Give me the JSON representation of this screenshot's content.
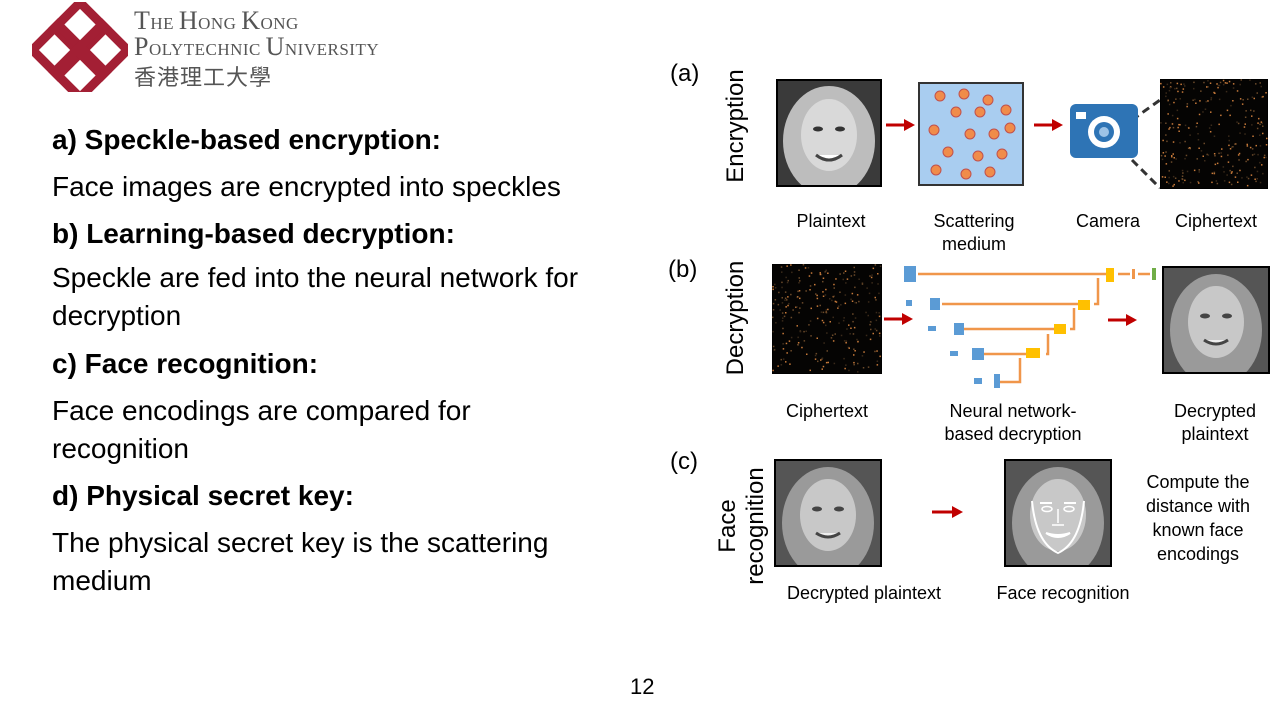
{
  "header": {
    "university_en_line1": "The Hong Kong",
    "university_en_line2": "Polytechnic University",
    "university_zh": "香港理工大學"
  },
  "sections": [
    {
      "title": "a) Speckle-based encryption:",
      "body": "Face images are encrypted into speckles"
    },
    {
      "title": "b) Learning-based decryption:",
      "body": "Speckle are fed into the neural network for decryption"
    },
    {
      "title": "c) Face recognition:",
      "body": "Face encodings are compared for recognition"
    },
    {
      "title": "d) Physical secret key:",
      "body": "The physical secret key is the scattering medium"
    }
  ],
  "figure": {
    "panel_a": {
      "label": "(a)",
      "side_label": "Encryption",
      "captions": {
        "plaintext": "Plaintext",
        "scattering_1": "Scattering",
        "scattering_2": "medium",
        "camera": "Camera",
        "ciphertext": "Ciphertext"
      }
    },
    "panel_b": {
      "label": "(b)",
      "side_label": "Decryption",
      "captions": {
        "ciphertext": "Ciphertext",
        "network_1": "Neural network-",
        "network_2": "based decryption",
        "decrypted_1": "Decrypted",
        "decrypted_2": "plaintext"
      }
    },
    "panel_c": {
      "label": "(c)",
      "side_label_1": "Face",
      "side_label_2": "recognition",
      "captions": {
        "decrypted": "Decrypted plaintext",
        "recognition": "Face recognition",
        "compute_1": "Compute the",
        "compute_2": "distance with",
        "compute_3": "known face",
        "compute_4": "encodings"
      }
    },
    "colors": {
      "arrow": "#c00000",
      "medium_bg": "#a9cdf0",
      "particle": "#f08c4a",
      "camera": "#2e74b5",
      "unet_line": "#f0964a",
      "unet_block": "#5b9bd5"
    }
  },
  "page_number": "12"
}
